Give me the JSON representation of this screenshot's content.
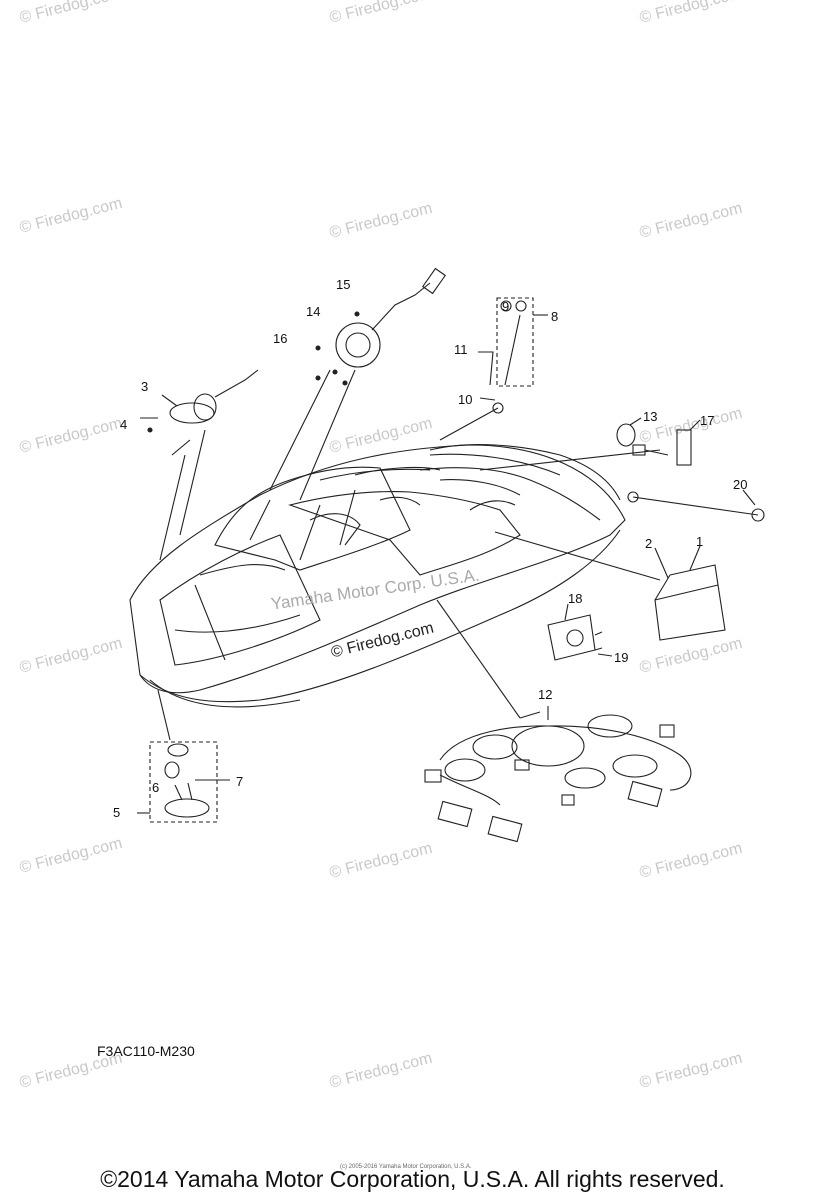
{
  "watermark": "© Firedog.com",
  "overlay_text": "Yamaha Motor Corp. U.S.A.",
  "callouts": [
    "1",
    "2",
    "3",
    "4",
    "5",
    "6",
    "7",
    "8",
    "9",
    "10",
    "11",
    "12",
    "13",
    "14",
    "15",
    "16",
    "17",
    "18",
    "19",
    "20"
  ],
  "figure_code": "F3AC110-M230",
  "small_copyright": "(c) 2005-2016 Yamaha Motor Corporation, U.S.A.",
  "copyright": "©2014 Yamaha Motor Corporation, U.S.A. All rights reserved."
}
